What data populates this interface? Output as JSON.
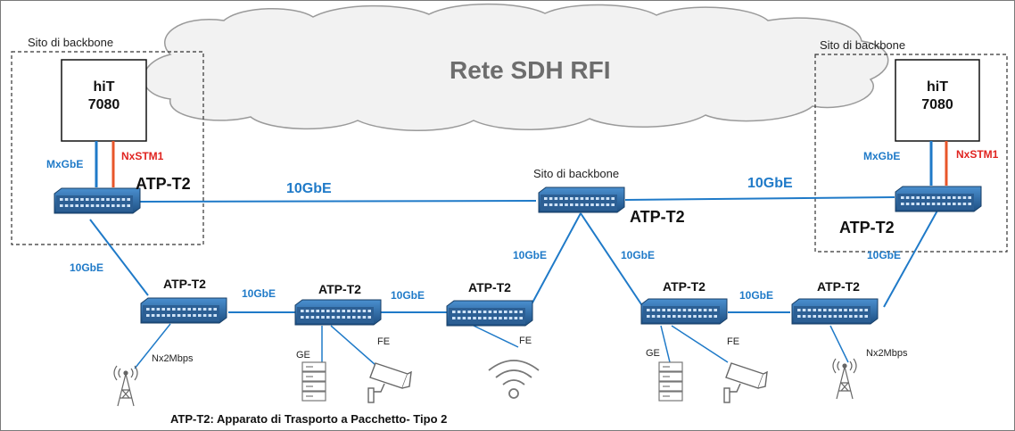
{
  "cloud": {
    "title": "Rete SDH RFI"
  },
  "sites": {
    "left": "Sito di backbone",
    "right": "Sito di backbone",
    "center": "Sito di backbone"
  },
  "hit": {
    "line1": "hiT",
    "line2": "7080"
  },
  "links": {
    "mxgbe": "MxGbE",
    "nxstm1": "NxSTM1",
    "ten_gbe": "10GbE",
    "ge": "GE",
    "fe": "FE",
    "nx2mbps": "Nx2Mbps"
  },
  "device_label": "ATP-T2",
  "footer": "ATP-T2: Apparato di Trasporto a Pacchetto- Tipo 2",
  "colors": {
    "link_blue": "#1f7ac8",
    "stm_red": "#e8562a",
    "device_blue": "#2f6fa8"
  },
  "icons": [
    "antenna-tower-icon",
    "server-icon",
    "cctv-camera-icon",
    "wifi-icon"
  ]
}
